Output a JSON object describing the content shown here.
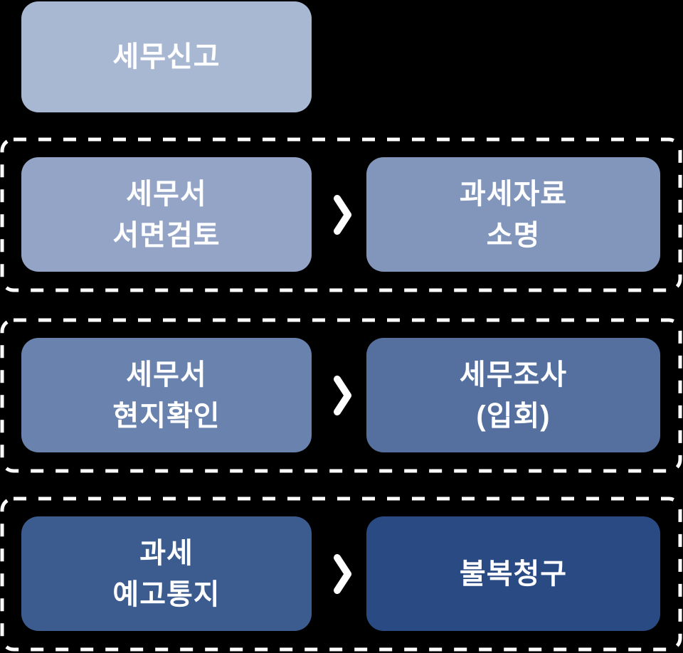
{
  "canvas": {
    "background": "#000000",
    "dash_color": "#ffffff",
    "text_color": "#ffffff"
  },
  "diagram": {
    "title_box": {
      "label": "세무신고",
      "color": "#a9b8d2"
    },
    "sections": [
      {
        "left": {
          "label": "세무서\n서면검토",
          "color": "#93a4c6"
        },
        "arrow": "chevron-right",
        "right": {
          "label": "과세자료\n소명",
          "color": "#8295bb"
        }
      },
      {
        "left": {
          "label": "세무서\n현지확인",
          "color": "#6a83ae"
        },
        "arrow": "chevron-right",
        "right": {
          "label": "세무조사\n(입회)",
          "color": "#55709e"
        }
      },
      {
        "left": {
          "label": "과세\n예고통지",
          "color": "#3c5c90"
        },
        "arrow": "chevron-right",
        "right": {
          "label": "불복청구",
          "color": "#2a4a83"
        }
      }
    ]
  }
}
